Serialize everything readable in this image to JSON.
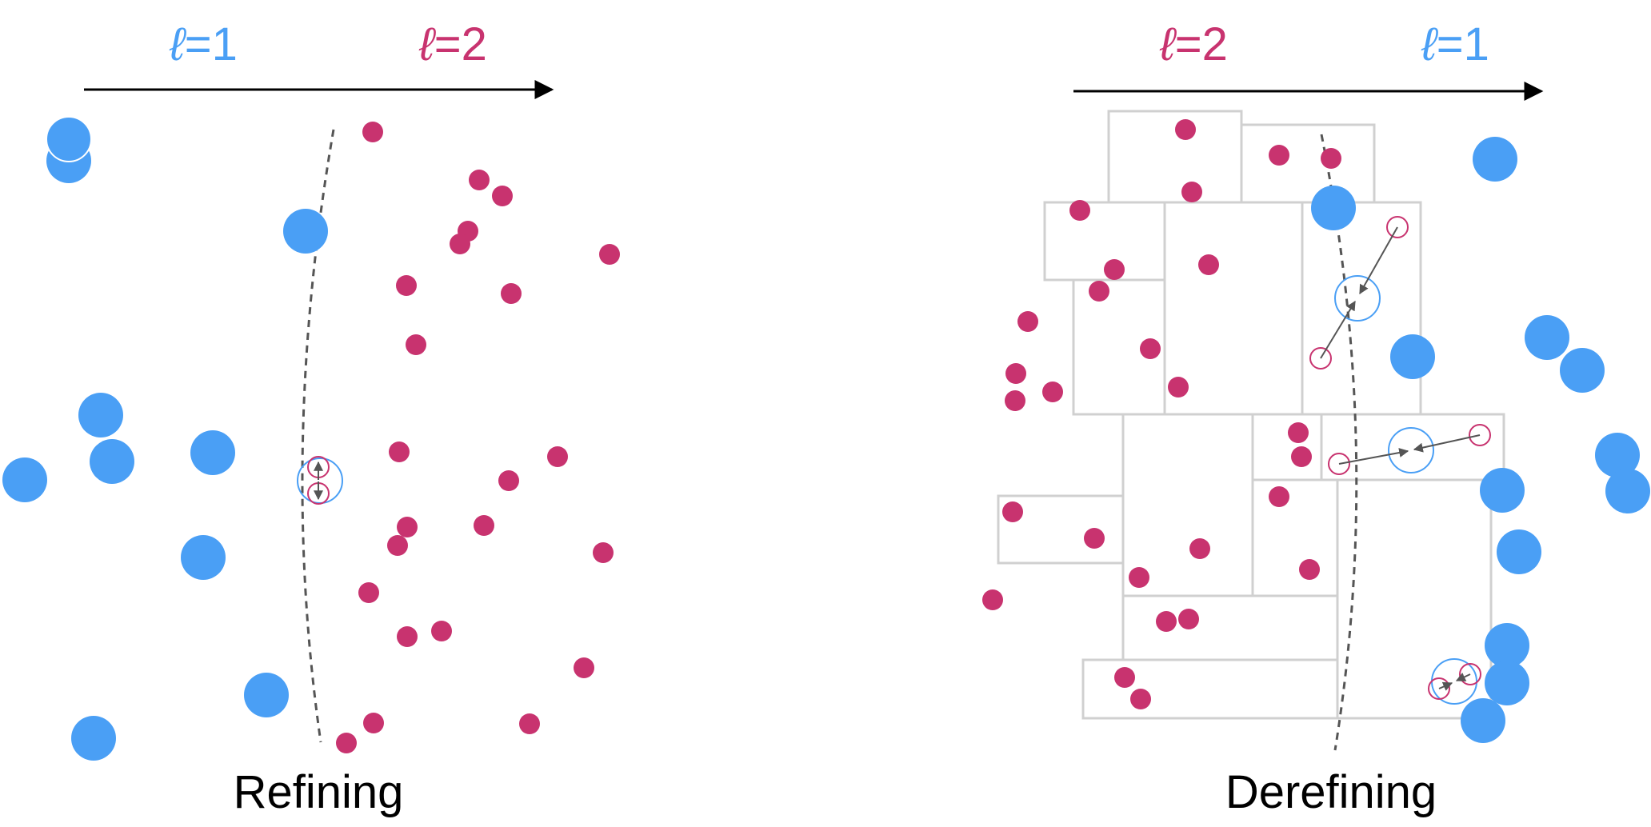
{
  "colors": {
    "level1": "#4a9ff5",
    "level2": "#c8336f",
    "arrow": "#000000",
    "boundary": "#555555",
    "cell": "#d0d0d0",
    "move": "#555555"
  },
  "refining": {
    "caption": "Refining",
    "header": {
      "left_symbol": "ℓ",
      "left_value": "=1",
      "right_symbol": "ℓ",
      "right_value": "=2"
    }
  },
  "derefining": {
    "caption": "Derefining",
    "header": {
      "left_symbol": "ℓ",
      "left_value": "=2",
      "right_symbol": "ℓ",
      "right_value": "=1"
    }
  }
}
